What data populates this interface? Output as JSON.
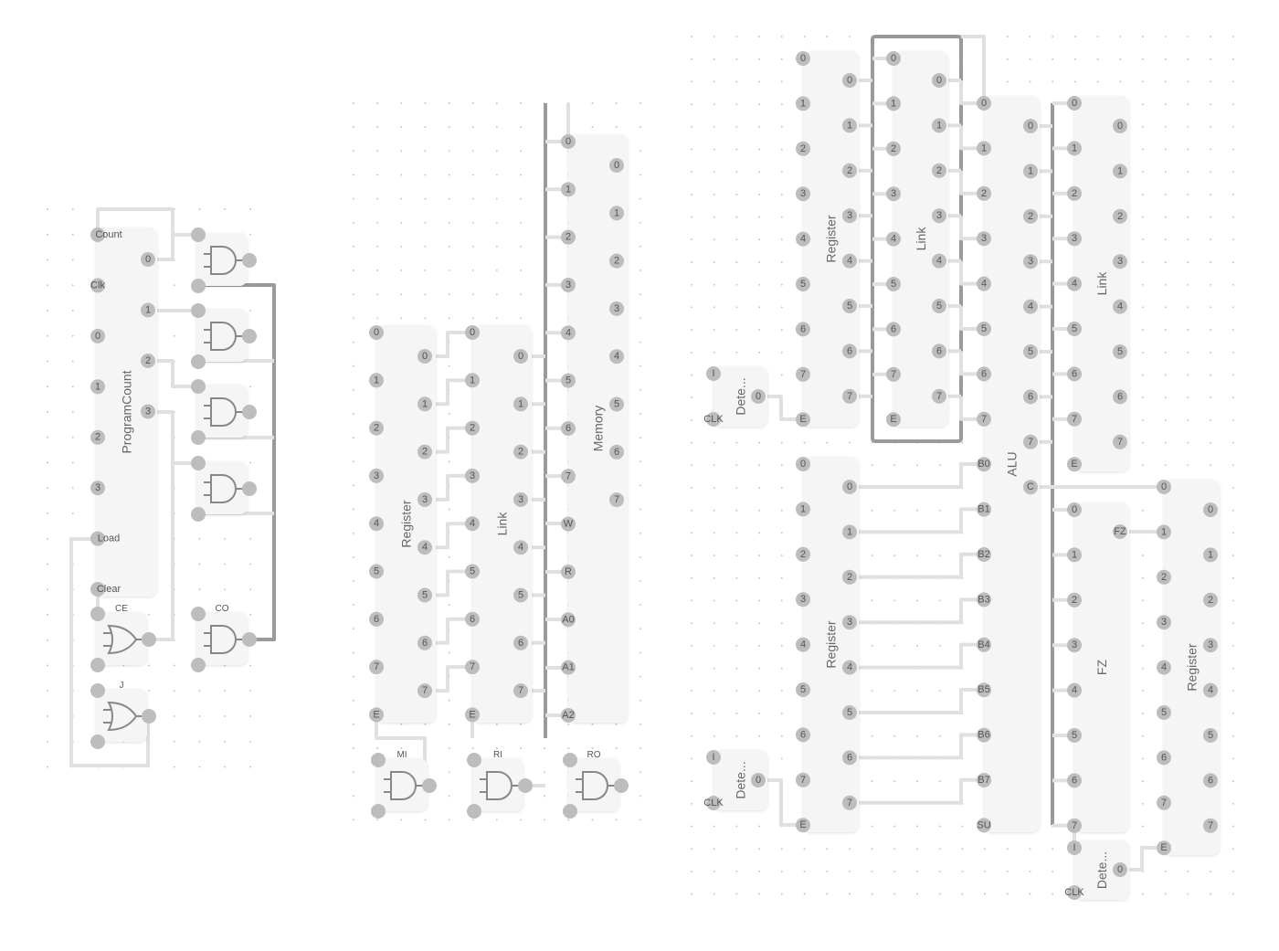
{
  "colors": {
    "wire": "#e0e0e0",
    "bus": "#9a9a9a",
    "pin": "#bdbdbd",
    "block": "#f5f5f5",
    "text": "#555555"
  },
  "blocks": [
    {
      "id": "program-count",
      "label": "ProgramCount",
      "left": [
        "Count",
        "Clk",
        "0",
        "1",
        "2",
        "3",
        "Load",
        "Clear"
      ],
      "right": [
        "0",
        "1",
        "2",
        "3"
      ]
    },
    {
      "id": "register-mid",
      "label": "Register",
      "left": [
        "0",
        "1",
        "2",
        "3",
        "4",
        "5",
        "6",
        "7",
        "E"
      ],
      "right": [
        "0",
        "1",
        "2",
        "3",
        "4",
        "5",
        "6",
        "7"
      ]
    },
    {
      "id": "link-mid",
      "label": "Link",
      "left": [
        "0",
        "1",
        "2",
        "3",
        "4",
        "5",
        "6",
        "7",
        "E"
      ],
      "right": [
        "0",
        "1",
        "2",
        "3",
        "4",
        "5",
        "6",
        "7"
      ]
    },
    {
      "id": "memory",
      "label": "Memory",
      "left": [
        "0",
        "1",
        "2",
        "3",
        "4",
        "5",
        "6",
        "7",
        "W",
        "R",
        "A0",
        "A1",
        "A2"
      ],
      "right": [
        "0",
        "1",
        "2",
        "3",
        "4",
        "5",
        "6",
        "7"
      ]
    },
    {
      "id": "register-a",
      "label": "Register",
      "left": [
        "0",
        "1",
        "2",
        "3",
        "4",
        "5",
        "6",
        "7",
        "E"
      ],
      "right": [
        "0",
        "1",
        "2",
        "3",
        "4",
        "5",
        "6",
        "7"
      ]
    },
    {
      "id": "link-a",
      "label": "Link",
      "left": [
        "0",
        "1",
        "2",
        "3",
        "4",
        "5",
        "6",
        "7",
        "E"
      ],
      "right": [
        "0",
        "1",
        "2",
        "3",
        "4",
        "5",
        "6",
        "7"
      ]
    },
    {
      "id": "alu",
      "label": "ALU",
      "left": [
        "0",
        "1",
        "2",
        "3",
        "4",
        "5",
        "6",
        "7",
        "B0",
        "B1",
        "B2",
        "B3",
        "B4",
        "B5",
        "B6",
        "B7",
        "SU"
      ],
      "right": [
        "0",
        "1",
        "2",
        "3",
        "4",
        "5",
        "6",
        "7",
        "C"
      ]
    },
    {
      "id": "link-out",
      "label": "Link",
      "left": [
        "0",
        "1",
        "2",
        "3",
        "4",
        "5",
        "6",
        "7",
        "E"
      ],
      "right": [
        "0",
        "1",
        "2",
        "3",
        "4",
        "5",
        "6",
        "7"
      ]
    },
    {
      "id": "register-b",
      "label": "Register",
      "left": [
        "0",
        "1",
        "2",
        "3",
        "4",
        "5",
        "6",
        "7",
        "E"
      ],
      "right": [
        "0",
        "1",
        "2",
        "3",
        "4",
        "5",
        "6",
        "7"
      ]
    },
    {
      "id": "fz",
      "label": "FZ",
      "left": [
        "0",
        "1",
        "2",
        "3",
        "4",
        "5",
        "6",
        "7"
      ],
      "right": [
        "FZ"
      ]
    },
    {
      "id": "register-flags",
      "label": "Register",
      "left": [
        "0",
        "1",
        "2",
        "3",
        "4",
        "5",
        "6",
        "7",
        "E"
      ],
      "right": [
        "0",
        "1",
        "2",
        "3",
        "4",
        "5",
        "6",
        "7"
      ]
    },
    {
      "id": "detect-1",
      "label": "Dete...",
      "left": [
        "I",
        "CLK"
      ],
      "right": [
        "0"
      ]
    },
    {
      "id": "detect-2",
      "label": "Dete...",
      "left": [
        "I",
        "CLK"
      ],
      "right": [
        "0"
      ]
    },
    {
      "id": "detect-3",
      "label": "Dete...",
      "left": [
        "I",
        "CLK"
      ],
      "right": [
        "0"
      ]
    }
  ],
  "gates": [
    {
      "id": "and-0",
      "type": "and",
      "label": ""
    },
    {
      "id": "and-1",
      "type": "and",
      "label": ""
    },
    {
      "id": "and-2",
      "type": "and",
      "label": ""
    },
    {
      "id": "and-3",
      "type": "and",
      "label": ""
    },
    {
      "id": "ce",
      "type": "or",
      "label": "CE"
    },
    {
      "id": "co",
      "type": "and",
      "label": "CO"
    },
    {
      "id": "j",
      "type": "or",
      "label": "J"
    },
    {
      "id": "mi",
      "type": "and",
      "label": "MI"
    },
    {
      "id": "ri",
      "type": "and",
      "label": "RI"
    },
    {
      "id": "ro",
      "type": "and",
      "label": "RO"
    }
  ]
}
